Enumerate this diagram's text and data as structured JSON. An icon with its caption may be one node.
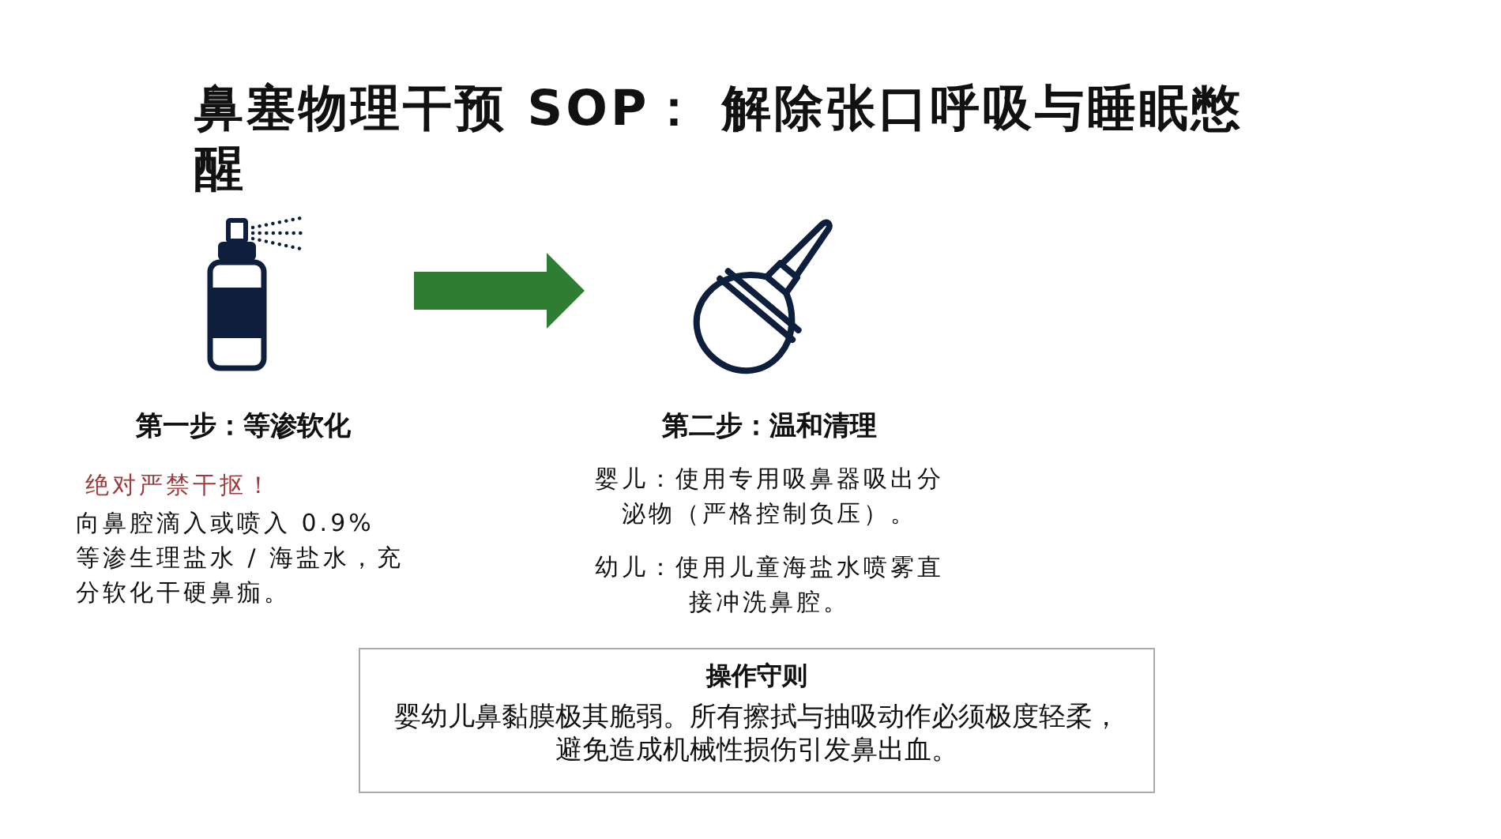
{
  "diagram": {
    "title": "鼻塞物理干预 SOP： 解除张口呼吸与睡眠憋醒",
    "nodes": [
      {
        "text": [
          "第一步：等渗软化",
          "绝对严禁干抠！",
          "向鼻腔滴入或喷入 0.9% 等渗生理盐水 / 海盐水，充分软化干硬鼻痂。"
        ]
      },
      {
        "text": [
          "第二步：温和清理",
          "婴儿：使用专用吸鼻器吸出分泌物（严格控制负压）。",
          "幼儿：使用儿童海盐水喷雾直接冲洗鼻腔。"
        ]
      },
      {
        "text": [
          "操作守则",
          "婴幼儿鼻黏膜极其脆弱。所有擦拭与抽吸动作必须极度轻柔，避免造成机械性损伤引发鼻出血。"
        ]
      }
    ],
    "edges": [
      {
        "from": 0,
        "to": 1,
        "arrow": "to",
        "color": "#2e7d32"
      }
    ]
  }
}
